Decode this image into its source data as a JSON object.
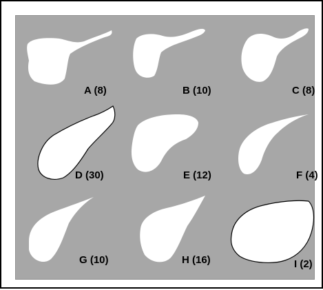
{
  "figure": {
    "background_color": "#a7a7a7",
    "border_color": "#000000",
    "shape_color": "#ffffff",
    "label_color": "#000000",
    "shapes": [
      {
        "label": "A (8)"
      },
      {
        "label": "B (10)"
      },
      {
        "label": "C (8)"
      },
      {
        "label": "D (30)"
      },
      {
        "label": "E (12)"
      },
      {
        "label": "F (4)"
      },
      {
        "label": "G (10)"
      },
      {
        "label": "H (16)"
      },
      {
        "label": "I (2)"
      }
    ]
  }
}
